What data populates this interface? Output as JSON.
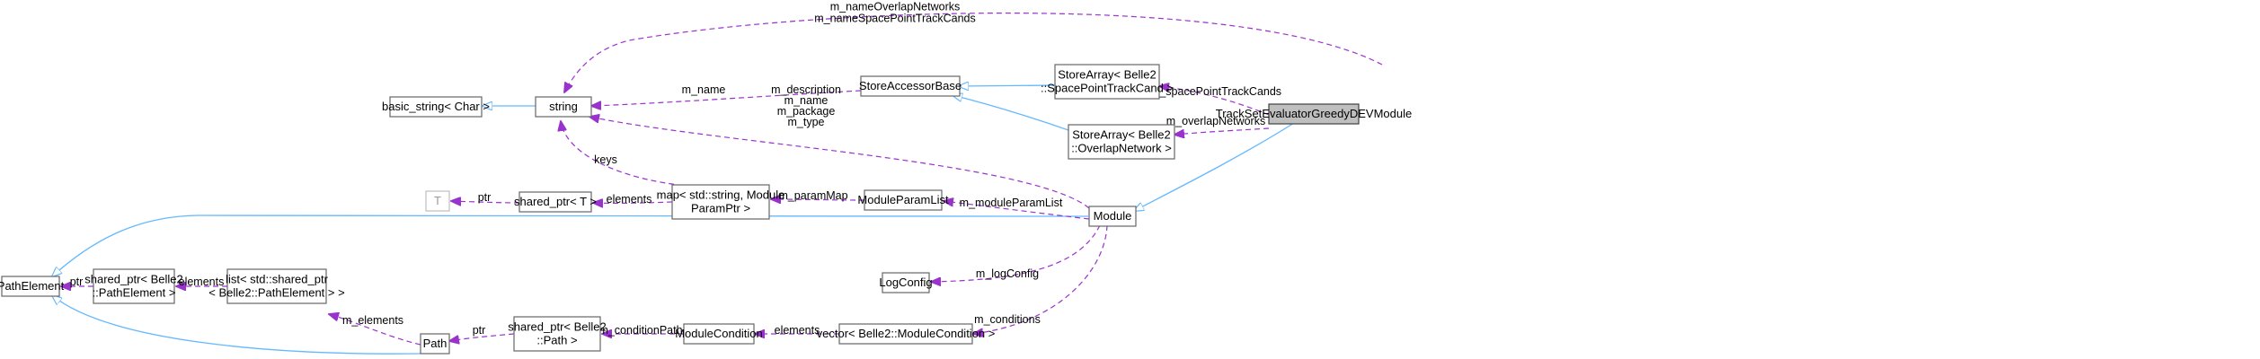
{
  "nodes": {
    "focus": [
      "TrackSetEvaluatorGreedyDEVModule"
    ],
    "store_sp": [
      "StoreArray< Belle2",
      "::SpacePointTrackCand >"
    ],
    "store_ov": [
      "StoreArray< Belle2",
      "::OverlapNetwork >"
    ],
    "store_base": [
      "StoreAccessorBase"
    ],
    "string": [
      "string"
    ],
    "basic_string": [
      "basic_string< Char >"
    ],
    "module": [
      "Module"
    ],
    "map": [
      "map< std::string, Module",
      "ParamPtr >"
    ],
    "param_list": [
      "ModuleParamList"
    ],
    "shared_t": [
      "shared_ptr< T >"
    ],
    "t": [
      "T"
    ],
    "log_config": [
      "LogConfig"
    ],
    "path_element": [
      "PathElement"
    ],
    "shared_pe": [
      "shared_ptr< Belle2",
      "::PathElement >"
    ],
    "list": [
      "list< std::shared_ptr",
      "< Belle2::PathElement > >"
    ],
    "path": [
      "Path"
    ],
    "shared_path": [
      "shared_ptr< Belle2",
      "::Path >"
    ],
    "module_condition": [
      "ModuleCondition"
    ],
    "vector": [
      "vector< Belle2::ModuleCondition >"
    ]
  },
  "edge_labels": {
    "focus_string": [
      "m_nameOverlapNetworks",
      "m_nameSpacePointTrackCands"
    ],
    "focus_sp": [
      "m_spacePointTrackCands"
    ],
    "focus_ov": [
      "m_overlapNetworks"
    ],
    "base_string": [
      "m_name"
    ],
    "module_string": [
      "m_description",
      "m_name",
      "m_package",
      "m_type"
    ],
    "map_string": [
      "keys"
    ],
    "map_shared": [
      "elements"
    ],
    "shared_t": [
      "ptr"
    ],
    "param_map": [
      "m_paramMap"
    ],
    "module_param": [
      "m_moduleParamList"
    ],
    "module_log": [
      "m_logConfig"
    ],
    "module_vector": [
      "m_conditions"
    ],
    "vector_cond": [
      "elements"
    ],
    "cond_shared": [
      "m_conditionPath"
    ],
    "shared_path": [
      "ptr"
    ],
    "path_list": [
      "m_elements"
    ],
    "list_shared": [
      "elements"
    ],
    "shared_pe": [
      "ptr"
    ]
  }
}
